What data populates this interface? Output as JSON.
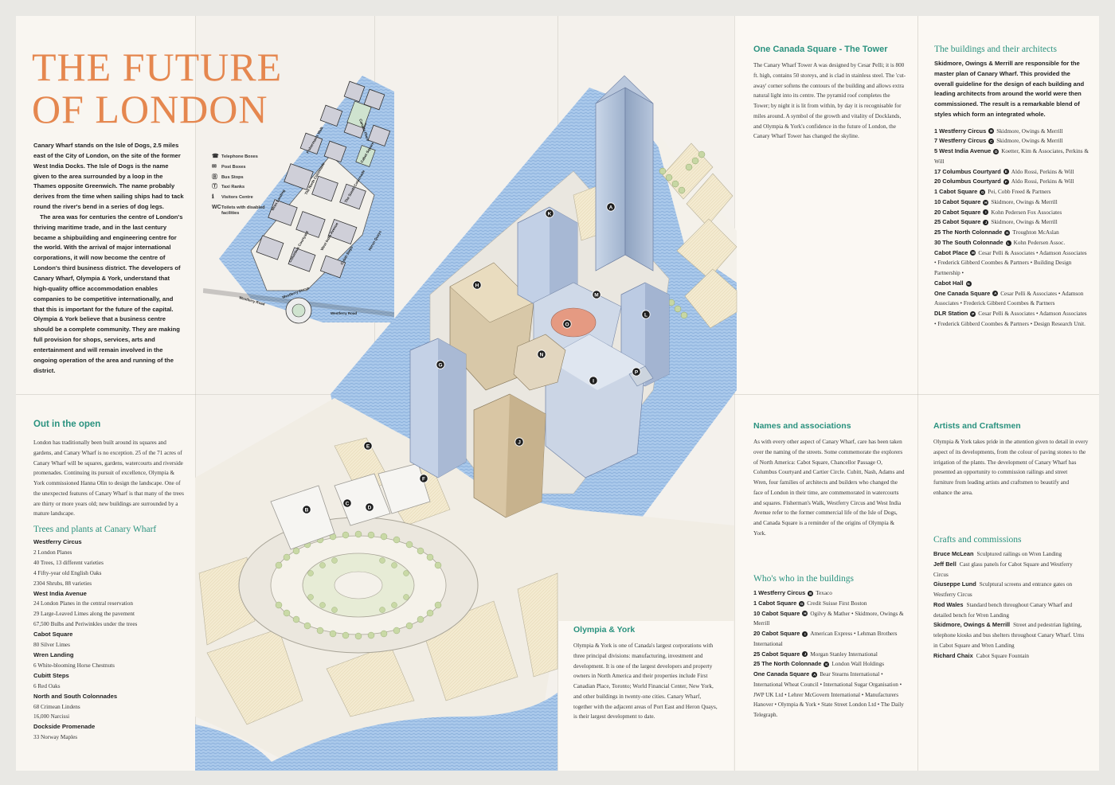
{
  "title": {
    "line1": "THE FUTURE",
    "line2": "OF LONDON"
  },
  "intro": {
    "p1": "Canary Wharf stands on the Isle of Dogs, 2.5 miles east of the City of London, on the site of the former West India Docks. The Isle of Dogs is the name given to the area surrounded by a loop in the Thames opposite Greenwich. The name probably derives from the time when sailing ships had to tack round the river's bend in a series of dog legs.",
    "p2": "The area was for centuries the centre of London's thriving maritime trade, and in the last century became a shipbuilding and engineering centre for the world. With the arrival of major international corporations, it will now become the centre of London's third business district. The developers of Canary Wharf, Olympia & York, understand that high-quality office accommodation enables companies to be competitive internationally, and that this is important for the future of the capital. Olympia & York believe that a business centre should be a complete community. They are making full provision for shops, services, arts and entertainment and will remain involved in the ongoing operation of the area and running of the district."
  },
  "legend": [
    {
      "icon": "telephone-icon",
      "glyph": "☎",
      "label": "Telephone Boxes"
    },
    {
      "icon": "post-box-icon",
      "glyph": "✉",
      "label": "Post Boxes"
    },
    {
      "icon": "bus-stop-icon",
      "glyph": "Ⓑ",
      "label": "Bus Stops"
    },
    {
      "icon": "taxi-icon",
      "glyph": "Ⓣ",
      "label": "Taxi Ranks"
    },
    {
      "icon": "info-icon",
      "glyph": "ℹ",
      "label": "Visitors Centre"
    },
    {
      "icon": "toilet-icon",
      "glyph": "WC",
      "label": "Toilets with disabled facilities"
    }
  ],
  "street_plan": {
    "labels": {
      "westferry_road": "Westferry Road",
      "westferry_road2": "Westferry Road",
      "westferry_circus": "Westferry Circus",
      "west_india_avenue": "West India Avenue",
      "columbus_courtyard": "Columbus Courtyard",
      "cabot_square": "Cabot Square",
      "canada_square": "Canada Square",
      "canada_place": "Canada Place",
      "the_north_colonnade": "The North Colonnade",
      "the_south_colonnade": "The South Colonnade",
      "cubitt_steps": "Cubitt Steps",
      "wren_landing": "Wren Landing",
      "fishermans_walk": "Fisherman's Walk",
      "heron_quays": "Heron Quays"
    }
  },
  "map_markers": [
    "A",
    "B",
    "C",
    "D",
    "E",
    "F",
    "G",
    "H",
    "I",
    "J",
    "K",
    "L",
    "M",
    "N",
    "O",
    "P"
  ],
  "out_in_open": {
    "heading": "Out in the open",
    "body": "London has traditionally been built around its squares and gardens, and Canary Wharf is no exception. 25 of the 71 acres of Canary Wharf will be squares, gardens, watercourts and riverside promenades. Continuing its pursuit of excellence, Olympia & York commissioned Hanna Olin to design the landscape. One of the unexpected features of Canary Wharf is that many of the trees are thirty or more years old; new buildings are surrounded by a mature landscape."
  },
  "trees": {
    "heading": "Trees and plants at Canary Wharf",
    "groups": [
      {
        "name": "Westferry Circus",
        "items": [
          "2 London Planes",
          "40 Trees, 13 different varieties",
          "4 Fifty-year old English Oaks",
          "2304 Shrubs, 88 varieties"
        ]
      },
      {
        "name": "West India Avenue",
        "items": [
          "24 London Planes in the central reservation",
          "29 Large-Leaved Limes along the pavement",
          "67,500 Bulbs and Periwinkles under the trees"
        ]
      },
      {
        "name": "Cabot Square",
        "items": [
          "80 Silver Limes"
        ]
      },
      {
        "name": "Wren Landing",
        "items": [
          "6 White-blooming Horse Chestnuts"
        ]
      },
      {
        "name": "Cubitt Steps",
        "items": [
          "6 Red Oaks"
        ]
      },
      {
        "name": "North and South Colonnades",
        "items": [
          "68 Crimean Lindens",
          "16,000 Narcissi"
        ]
      },
      {
        "name": "Dockside Promenade",
        "items": [
          "33 Norway Maples"
        ]
      }
    ]
  },
  "olympia_york": {
    "heading": "Olympia & York",
    "body": "Olympia & York is one of Canada's largest corporations with three principal divisions: manufacturing, investment and development. It is one of the largest developers and property owners in North America and their properties include First Canadian Place, Toronto; World Financial Center, New York, and other buildings in twenty-one cities. Canary Wharf, together with the adjacent areas of Port East and Heron Quays, is their largest development to date."
  },
  "tower": {
    "heading": "One Canada Square - The Tower",
    "body": "The Canary Wharf Tower A was designed by Cesar Pelli; it is 800 ft. high, contains 50 storeys, and is clad in stainless steel. The 'cut-away' corner softens the contours of the building and allows extra natural light into its centre. The pyramid roof completes the Tower; by night it is lit from within, by day it is recognisable for miles around. A symbol of the growth and vitality of Docklands, and Olympia & York's confidence in the future of London, the Canary Wharf Tower has changed the skyline."
  },
  "architects": {
    "heading": "The buildings and their architects",
    "intro": "Skidmore, Owings & Merrill are responsible for the master plan of Canary Wharf. This provided the overall guideline for the design of each building and leading architects from around the world were then commissioned. The result is a remarkable blend of styles which form an integrated whole.",
    "items": [
      {
        "b": "1 Westferry Circus",
        "m": "B",
        "t": "Skidmore, Owings & Merrill"
      },
      {
        "b": "7 Westferry Circus",
        "m": "C",
        "t": "Skidmore, Owings & Merrill"
      },
      {
        "b": "5 West India Avenue",
        "m": "D",
        "t": "Koetter, Kim & Associates, Perkins & Will"
      },
      {
        "b": "17 Columbus Courtyard",
        "m": "E",
        "t": "Aldo Rossi, Perkins & Will"
      },
      {
        "b": "20 Columbus Courtyard",
        "m": "F",
        "t": "Aldo Rossi, Perkins & Will"
      },
      {
        "b": "1 Cabot Square",
        "m": "G",
        "t": "Pei, Cobb Freed & Partners"
      },
      {
        "b": "10 Cabot Square",
        "m": "H",
        "t": "Skidmore, Owings & Merrill"
      },
      {
        "b": "20 Cabot Square",
        "m": "I",
        "t": "Kohn Pedersen Fox Associates"
      },
      {
        "b": "25 Cabot Square",
        "m": "J",
        "t": "Skidmore, Owings & Merrill"
      },
      {
        "b": "25 The North Colonnade",
        "m": "K",
        "t": "Troughton McAslan"
      },
      {
        "b": "30 The South Colonnade",
        "m": "L",
        "t": "Kohn Pedersen Assoc."
      },
      {
        "b": "Cabot Place",
        "m": "M",
        "t": "Cesar Pelli & Associates • Adamson Associates • Frederick Gibberd Coombes & Partners • Building Design Partnership •"
      },
      {
        "b": "Cabot Hall",
        "m": "N",
        "t": ""
      },
      {
        "b": "One Canada Square",
        "m": "A",
        "t": "Cesar Pelli & Associates • Adamson Associates • Frederick Gibberd Coombes & Partners"
      },
      {
        "b": "DLR Station",
        "m": "P",
        "t": "Cesar Pelli & Associates • Adamson Associates • Frederick Gibberd Coombes & Partners • Design Research Unit."
      }
    ]
  },
  "names": {
    "heading": "Names and associations",
    "body": "As with every other aspect of Canary Wharf, care has been taken over the naming of the streets. Some commemorate the explorers of North America: Cabot Square, Chancellor Passage O, Columbus Courtyard and Cartier Circle. Cubitt, Nash, Adams and Wren, four families of architects and builders who changed the face of London in their time, are commemorated in watercourts and squares. Fisherman's Walk, Westferry Circus and West India Avenue refer to the former commercial life of the Isle of Dogs, and Canada Square is a reminder of the origins of Olympia & York."
  },
  "whos_who": {
    "heading": "Who's who in the buildings",
    "items": [
      {
        "b": "1 Westferry Circus",
        "m": "B",
        "t": "Texaco"
      },
      {
        "b": "1 Cabot Square",
        "m": "G",
        "t": "Credit Suisse First Boston"
      },
      {
        "b": "10 Cabot Square",
        "m": "H",
        "t": "Ogilvy & Mather • Skidmore, Owings & Merrill"
      },
      {
        "b": "20 Cabot Square",
        "m": "I",
        "t": "American Express • Lehman Brothers International"
      },
      {
        "b": "25 Cabot Square",
        "m": "J",
        "t": "Morgan Stanley International"
      },
      {
        "b": "25 The North Colonnade",
        "m": "K",
        "t": "London Wall Holdings"
      },
      {
        "b": "One Canada Square",
        "m": "A",
        "t": "Bear Stearns International • International Wheat Council • International Sugar Organisation • JWP UK Ltd • Lehrer McGovern International • Manufacturers Hanover • Olympia & York • State Street London Ltd • The Daily Telegraph."
      }
    ]
  },
  "artists": {
    "heading": "Artists and Craftsmen",
    "body": "Olympia & York takes pride in the attention given to detail in every aspect of its developments, from the colour of paving stones to the irrigation of the plants. The development of Canary Wharf has presented an opportunity to commission railings and street furniture from leading artists and craftsmen to beautify and enhance the area."
  },
  "crafts": {
    "heading": "Crafts and commissions",
    "items": [
      {
        "n": "Bruce McLean",
        "t": "Sculptured railings on Wren Landing"
      },
      {
        "n": "Jeff Bell",
        "t": "Cast glass panels for Cabot Square and Westferry Circus"
      },
      {
        "n": "Giuseppe Lund",
        "t": "Sculptural screens and entrance gates on Westferry Circus"
      },
      {
        "n": "Rod Wales",
        "t": "Standard bench throughout Canary Wharf and detailed bench for Wren Landing"
      },
      {
        "n": "Skidmore, Owings & Merrill",
        "t": "Street and pedestrian lighting, telephone kiosks and bus shelters throughout Canary Wharf. Urns in Cabot Square and Wren Landing"
      },
      {
        "n": "Richard Chaix",
        "t": "Cabot Square Fountain"
      }
    ]
  },
  "colors": {
    "title": "#e5874f",
    "heading": "#2a927f",
    "water": "#9dbfe4",
    "paper": "#f4f1ec"
  }
}
